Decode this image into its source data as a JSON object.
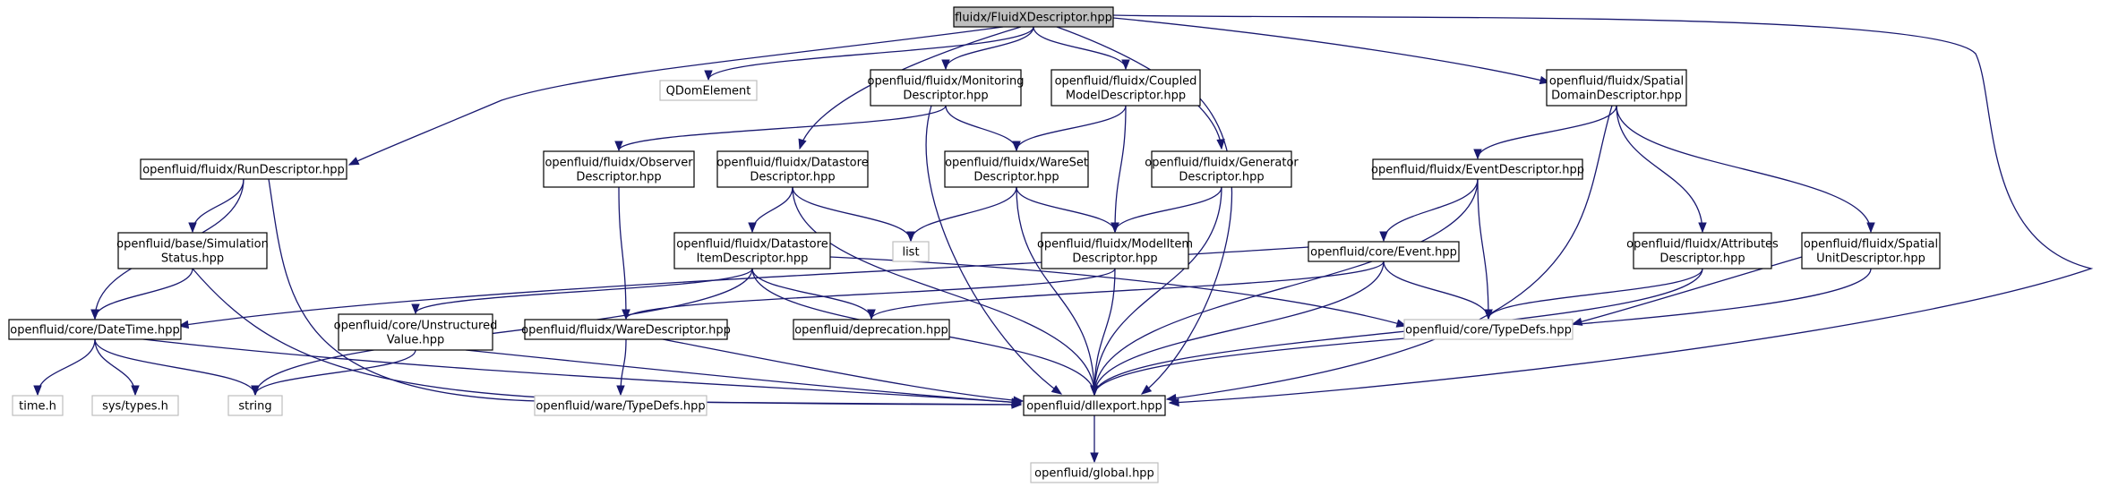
{
  "diagram": {
    "type": "include-dependency-graph",
    "nodes": [
      {
        "id": "root",
        "lines": [
          "fluidx/FluidXDescriptor.hpp"
        ],
        "style": "root"
      },
      {
        "id": "qdom",
        "lines": [
          "QDomElement"
        ],
        "style": "external"
      },
      {
        "id": "monitoring",
        "lines": [
          "openfluid/fluidx/Monitoring",
          "Descriptor.hpp"
        ],
        "style": "normal"
      },
      {
        "id": "coupled",
        "lines": [
          "openfluid/fluidx/Coupled",
          "ModelDescriptor.hpp"
        ],
        "style": "normal"
      },
      {
        "id": "spatialdomain",
        "lines": [
          "openfluid/fluidx/Spatial",
          "DomainDescriptor.hpp"
        ],
        "style": "normal"
      },
      {
        "id": "run",
        "lines": [
          "openfluid/fluidx/RunDescriptor.hpp"
        ],
        "style": "normal"
      },
      {
        "id": "observer",
        "lines": [
          "openfluid/fluidx/Observer",
          "Descriptor.hpp"
        ],
        "style": "normal"
      },
      {
        "id": "datastore",
        "lines": [
          "openfluid/fluidx/Datastore",
          "Descriptor.hpp"
        ],
        "style": "normal"
      },
      {
        "id": "wareset",
        "lines": [
          "openfluid/fluidx/WareSet",
          "Descriptor.hpp"
        ],
        "style": "normal"
      },
      {
        "id": "generator",
        "lines": [
          "openfluid/fluidx/Generator",
          "Descriptor.hpp"
        ],
        "style": "normal"
      },
      {
        "id": "event",
        "lines": [
          "openfluid/fluidx/EventDescriptor.hpp"
        ],
        "style": "normal"
      },
      {
        "id": "simstatus",
        "lines": [
          "openfluid/base/Simulation",
          "Status.hpp"
        ],
        "style": "normal"
      },
      {
        "id": "datastoreitem",
        "lines": [
          "openfluid/fluidx/Datastore",
          "ItemDescriptor.hpp"
        ],
        "style": "normal"
      },
      {
        "id": "list",
        "lines": [
          "list"
        ],
        "style": "external"
      },
      {
        "id": "modelitem",
        "lines": [
          "openfluid/fluidx/ModelItem",
          "Descriptor.hpp"
        ],
        "style": "normal"
      },
      {
        "id": "coreevent",
        "lines": [
          "openfluid/core/Event.hpp"
        ],
        "style": "normal"
      },
      {
        "id": "attributes",
        "lines": [
          "openfluid/fluidx/Attributes",
          "Descriptor.hpp"
        ],
        "style": "normal"
      },
      {
        "id": "spatialunit",
        "lines": [
          "openfluid/fluidx/Spatial",
          "UnitDescriptor.hpp"
        ],
        "style": "normal"
      },
      {
        "id": "datetime",
        "lines": [
          "openfluid/core/DateTime.hpp"
        ],
        "style": "normal"
      },
      {
        "id": "unstructured",
        "lines": [
          "openfluid/core/Unstructured",
          "Value.hpp"
        ],
        "style": "normal"
      },
      {
        "id": "waredesc",
        "lines": [
          "openfluid/fluidx/WareDescriptor.hpp"
        ],
        "style": "normal"
      },
      {
        "id": "deprecation",
        "lines": [
          "openfluid/deprecation.hpp"
        ],
        "style": "normal"
      },
      {
        "id": "coretypedefs",
        "lines": [
          "openfluid/core/TypeDefs.hpp"
        ],
        "style": "external"
      },
      {
        "id": "timeh",
        "lines": [
          "time.h"
        ],
        "style": "external"
      },
      {
        "id": "systypes",
        "lines": [
          "sys/types.h"
        ],
        "style": "external"
      },
      {
        "id": "string",
        "lines": [
          "string"
        ],
        "style": "external"
      },
      {
        "id": "waretypedefs",
        "lines": [
          "openfluid/ware/TypeDefs.hpp"
        ],
        "style": "external"
      },
      {
        "id": "dllexport",
        "lines": [
          "openfluid/dllexport.hpp"
        ],
        "style": "normal"
      },
      {
        "id": "global",
        "lines": [
          "openfluid/global.hpp"
        ],
        "style": "external"
      }
    ],
    "edges": [
      [
        "root",
        "qdom"
      ],
      [
        "root",
        "monitoring"
      ],
      [
        "root",
        "coupled"
      ],
      [
        "root",
        "spatialdomain"
      ],
      [
        "root",
        "run"
      ],
      [
        "root",
        "datastore"
      ],
      [
        "root",
        "generator"
      ],
      [
        "root",
        "dllexport"
      ],
      [
        "monitoring",
        "observer"
      ],
      [
        "monitoring",
        "wareset"
      ],
      [
        "monitoring",
        "dllexport"
      ],
      [
        "coupled",
        "wareset"
      ],
      [
        "coupled",
        "modelitem"
      ],
      [
        "coupled",
        "dllexport"
      ],
      [
        "spatialdomain",
        "event"
      ],
      [
        "spatialdomain",
        "attributes"
      ],
      [
        "spatialdomain",
        "spatialunit"
      ],
      [
        "spatialdomain",
        "dllexport"
      ],
      [
        "run",
        "simstatus"
      ],
      [
        "run",
        "datetime"
      ],
      [
        "run",
        "dllexport"
      ],
      [
        "observer",
        "waredesc"
      ],
      [
        "datastore",
        "datastoreitem"
      ],
      [
        "datastore",
        "list"
      ],
      [
        "datastore",
        "dllexport"
      ],
      [
        "wareset",
        "list"
      ],
      [
        "wareset",
        "modelitem"
      ],
      [
        "wareset",
        "dllexport"
      ],
      [
        "generator",
        "modelitem"
      ],
      [
        "generator",
        "dllexport"
      ],
      [
        "event",
        "coreevent"
      ],
      [
        "event",
        "coretypedefs"
      ],
      [
        "event",
        "dllexport"
      ],
      [
        "simstatus",
        "datetime"
      ],
      [
        "simstatus",
        "dllexport"
      ],
      [
        "datastoreitem",
        "unstructured"
      ],
      [
        "datastoreitem",
        "deprecation"
      ],
      [
        "datastoreitem",
        "string"
      ],
      [
        "datastoreitem",
        "coretypedefs"
      ],
      [
        "datastoreitem",
        "dllexport"
      ],
      [
        "modelitem",
        "waredesc"
      ],
      [
        "modelitem",
        "dllexport"
      ],
      [
        "coreevent",
        "datetime"
      ],
      [
        "coreevent",
        "deprecation"
      ],
      [
        "coreevent",
        "coretypedefs"
      ],
      [
        "coreevent",
        "dllexport"
      ],
      [
        "attributes",
        "coretypedefs"
      ],
      [
        "attributes",
        "dllexport"
      ],
      [
        "spatialunit",
        "coretypedefs"
      ],
      [
        "spatialunit",
        "dllexport"
      ],
      [
        "datetime",
        "timeh"
      ],
      [
        "datetime",
        "systypes"
      ],
      [
        "datetime",
        "string"
      ],
      [
        "datetime",
        "dllexport"
      ],
      [
        "unstructured",
        "string"
      ],
      [
        "unstructured",
        "dllexport"
      ],
      [
        "waredesc",
        "waretypedefs"
      ],
      [
        "waredesc",
        "dllexport"
      ],
      [
        "dllexport",
        "global"
      ]
    ],
    "colors": {
      "edge": "#191970",
      "root_fill": "#bfbfbf",
      "external_border": "#bfbfbf",
      "node_border": "#000000"
    }
  }
}
